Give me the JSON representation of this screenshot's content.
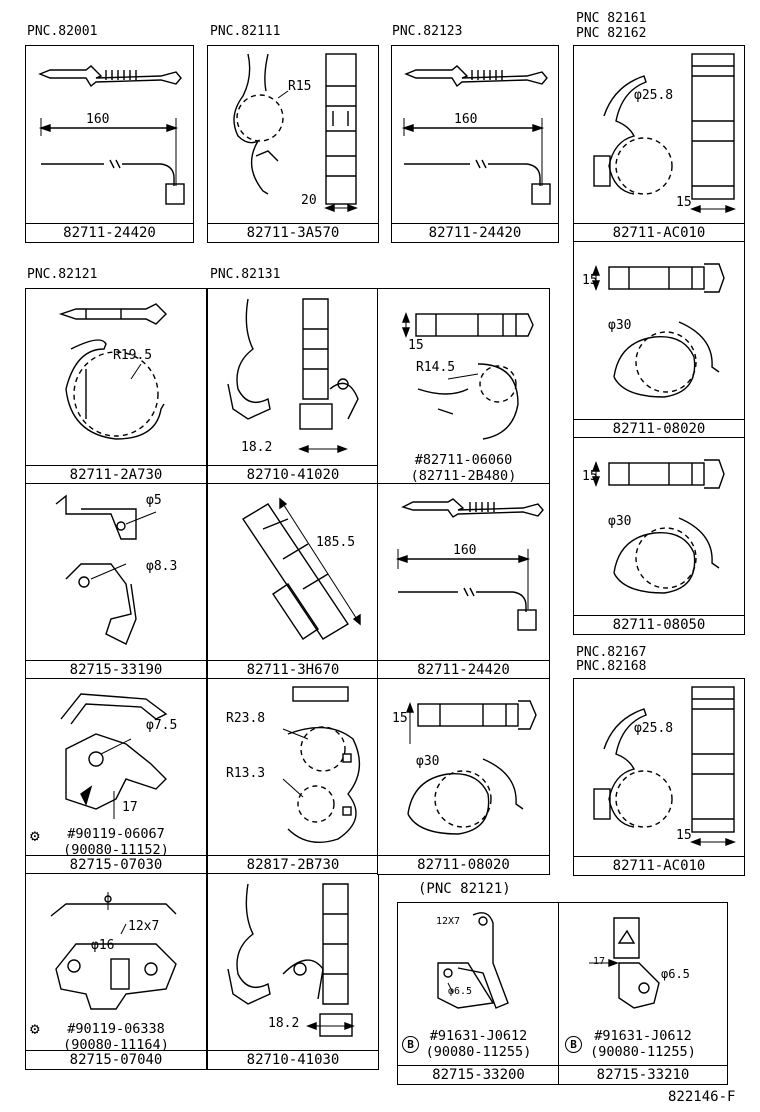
{
  "headers": {
    "h82001": "PNC.82001",
    "h82111": "PNC.82111",
    "h82123": "PNC.82123",
    "h82161a": "PNC 82161",
    "h82161b": "PNC 82162",
    "h82121": "PNC.82121",
    "h82131": "PNC.82131",
    "h82167a": "PNC.82167",
    "h82167b": "PNC.82168",
    "hpnc82121": "(PNC 82121)"
  },
  "parts": {
    "p1": "82711-24420",
    "p2": "82711-3A570",
    "p3": "82711-24420",
    "p4": "82711-AC010",
    "p5": "82711-08020",
    "p6": "82711-08050",
    "p7": "82711-AC010",
    "p8": "82711-2A730",
    "p9": "82710-41020",
    "p10a": "#82711-06060",
    "p10b": "(82711-2B480)",
    "p11": "82715-33190",
    "p12": "82711-3H670",
    "p13": "82711-24420",
    "p14a": "#90119-06067",
    "p14b": "(90080-11152)",
    "p14c": "82715-07030",
    "p15": "82817-2B730",
    "p16": "82711-08020",
    "p17a": "#90119-06338",
    "p17b": "(90080-11164)",
    "p17c": "82715-07040",
    "p18": "82710-41030",
    "p19a": "#91631-J0612",
    "p19b": "(90080-11255)",
    "p19c": "82715-33200",
    "p20a": "#91631-J0612",
    "p20b": "(90080-11255)",
    "p20c": "82715-33210"
  },
  "dims": {
    "d160a": "160",
    "dR15": "R15",
    "d20": "20",
    "d160b": "160",
    "d25_8a": "φ25.8",
    "d15a": "15",
    "d15b": "15",
    "d30a": "φ30",
    "d15c": "15",
    "d30b": "φ30",
    "dR19_5": "R19.5",
    "d18_2a": "18.2",
    "d15d": "15",
    "dR14_5": "R14.5",
    "d5": "φ5",
    "d8_3": "φ8.3",
    "d185_5": "185.5",
    "d160c": "160",
    "d7_5": "φ7.5",
    "d17a": "17",
    "dR23_8": "R23.8",
    "dR13_3": "R13.3",
    "d15e": "15",
    "d30c": "φ30",
    "d25_8b": "φ25.8",
    "d15f": "15",
    "d12x7a": "12x7",
    "d16": "φ16",
    "d18_2b": "18.2",
    "d12x7b": "12X7",
    "d6_5a": "φ6.5",
    "d17b": "17",
    "d6_5b": "φ6.5"
  },
  "markers": {
    "b1": "B",
    "b2": "B"
  },
  "footer": {
    "code": "822146-F"
  }
}
